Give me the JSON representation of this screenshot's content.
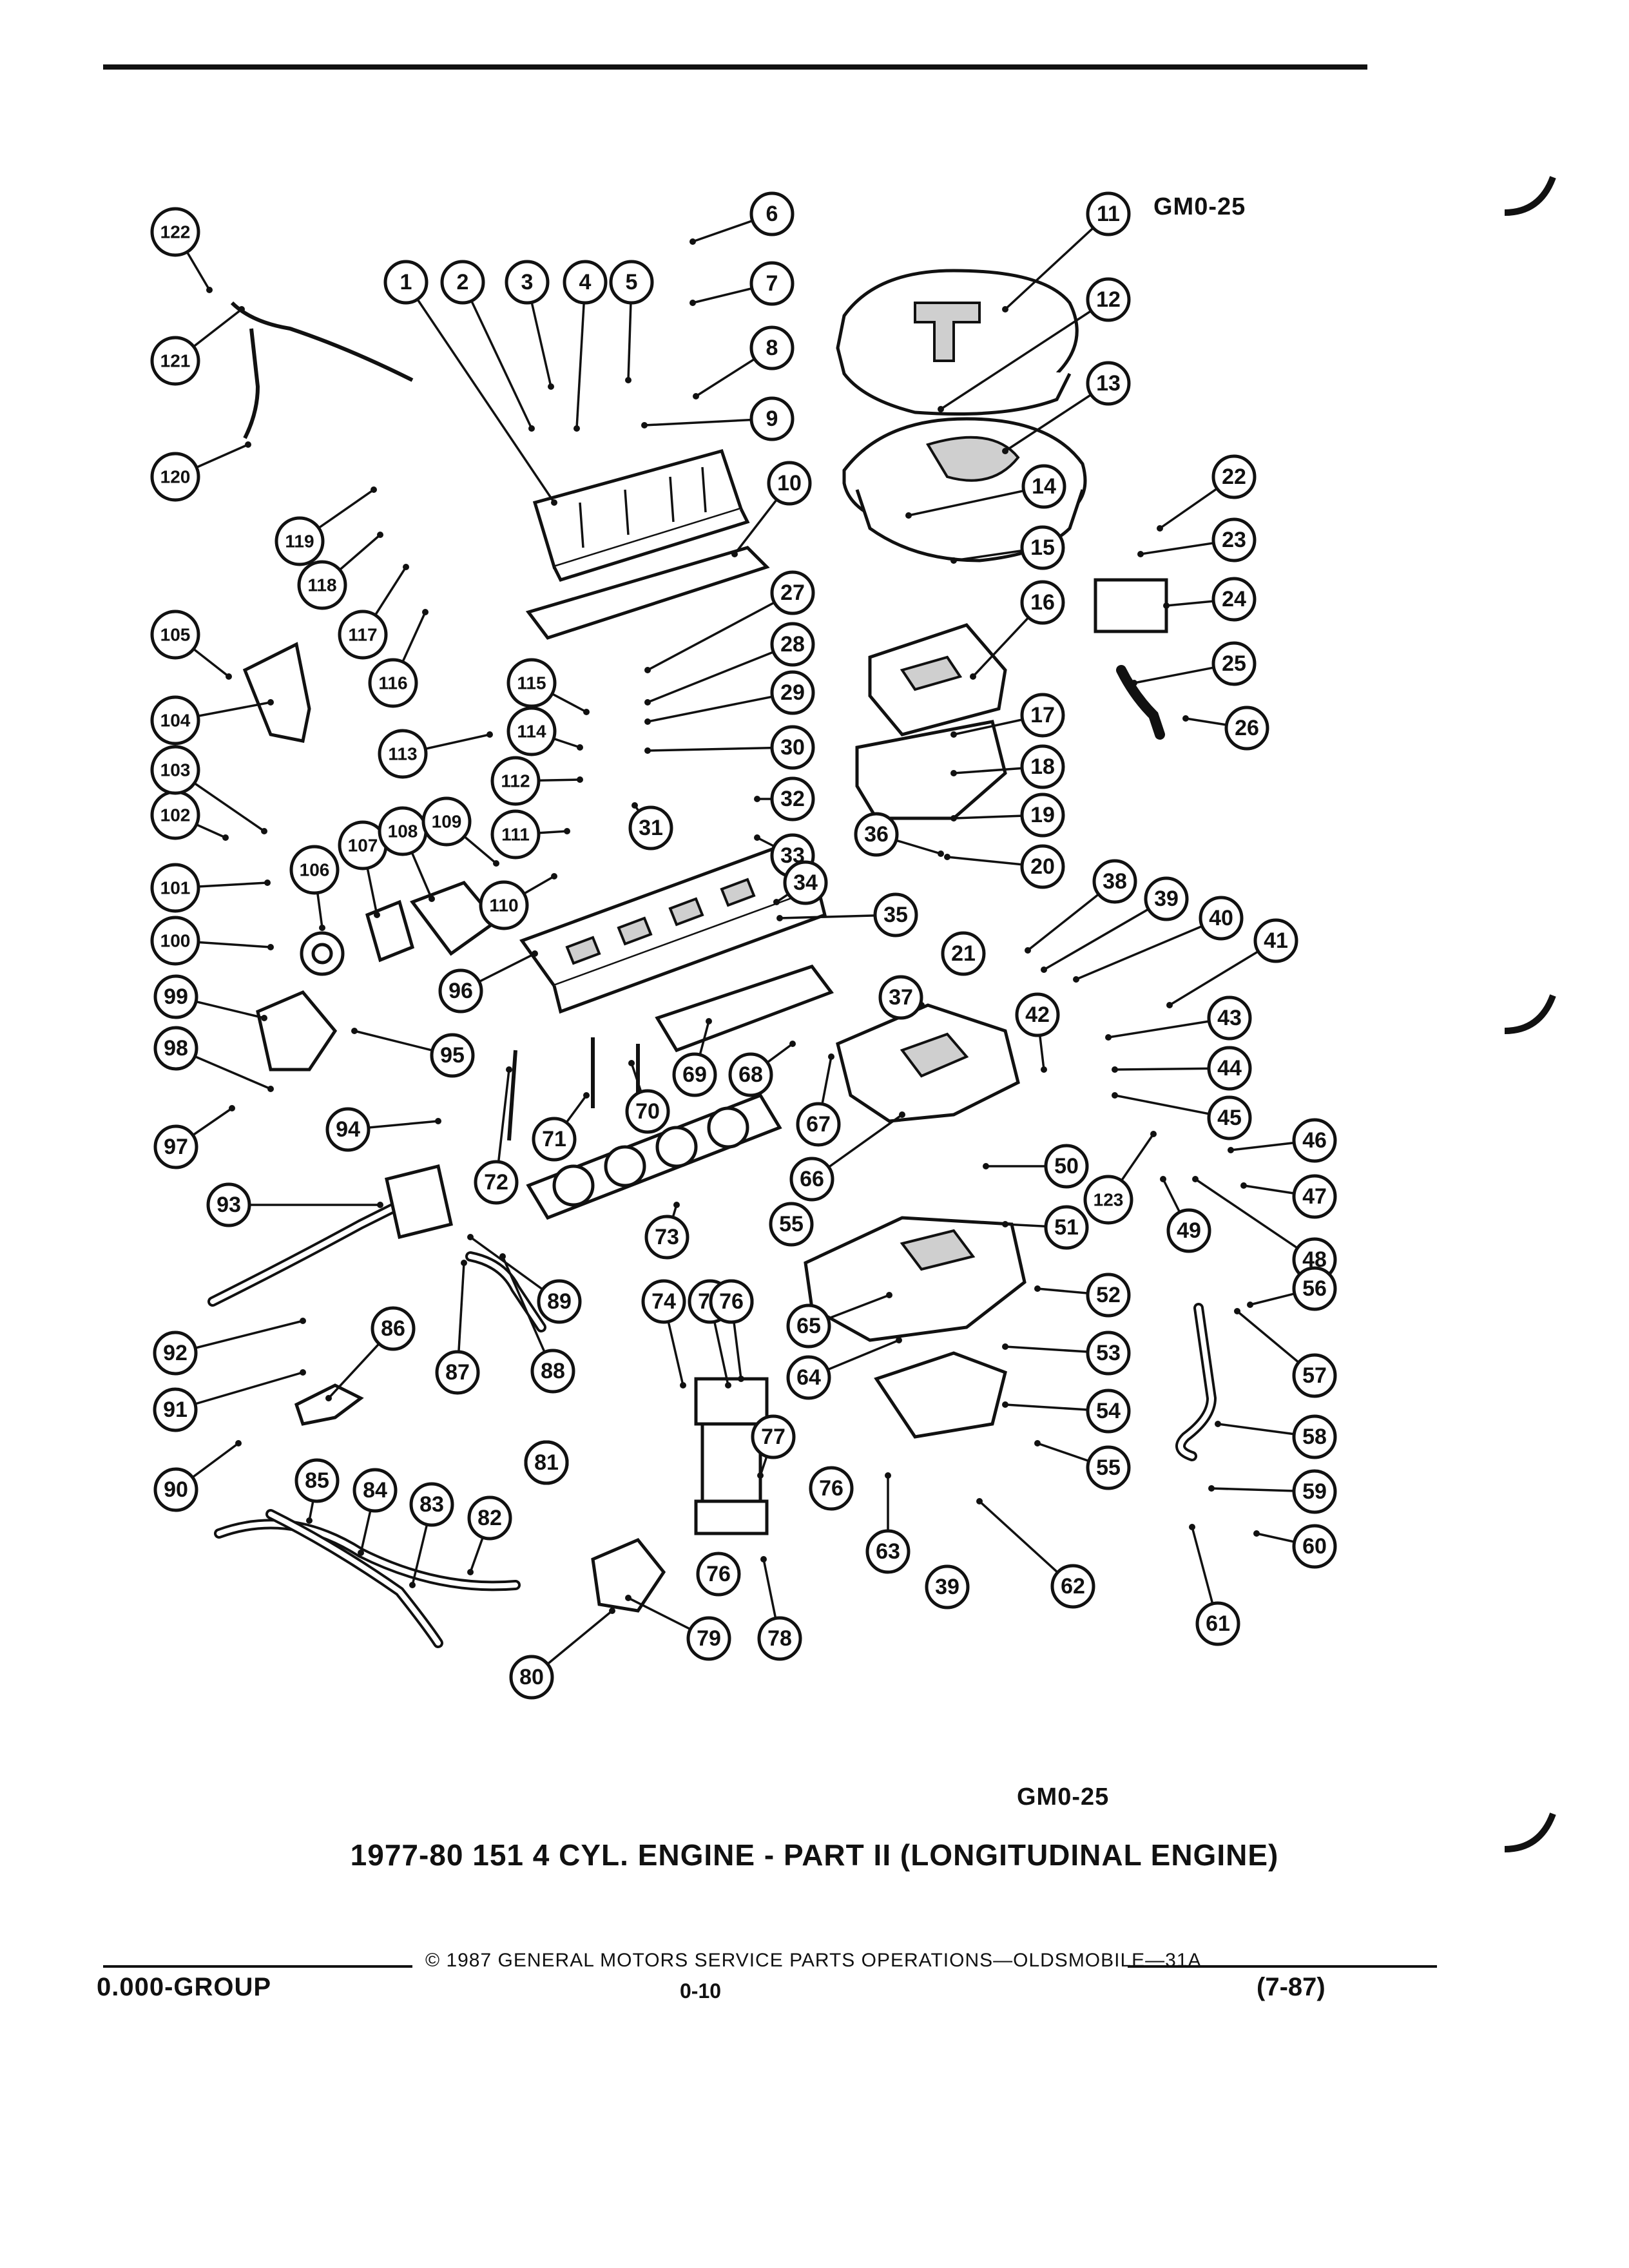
{
  "figure_id_top": "GM0-25",
  "figure_id_bottom": "GM0-25",
  "caption": "1977-80 151 4 CYL. ENGINE - PART II (LONGITUDINAL ENGINE)",
  "footer": {
    "copyright": "© 1987 GENERAL MOTORS SERVICE PARTS OPERATIONS—OLDSMOBILE—31A",
    "group": "0.000-GROUP",
    "page_number": "0-10",
    "date_code": "(7-87)"
  },
  "callouts": [
    "1",
    "2",
    "3",
    "4",
    "5",
    "6",
    "7",
    "8",
    "9",
    "10",
    "11",
    "12",
    "13",
    "14",
    "15",
    "16",
    "17",
    "18",
    "19",
    "20",
    "21",
    "22",
    "23",
    "24",
    "25",
    "26",
    "27",
    "28",
    "29",
    "30",
    "31",
    "32",
    "33",
    "34",
    "35",
    "36",
    "37",
    "38",
    "39",
    "40",
    "41",
    "42",
    "43",
    "44",
    "45",
    "46",
    "47",
    "48",
    "49",
    "50",
    "51",
    "52",
    "53",
    "54",
    "55",
    "56",
    "57",
    "58",
    "59",
    "60",
    "61",
    "62",
    "63",
    "64",
    "65",
    "66",
    "67",
    "68",
    "69",
    "70",
    "71",
    "72",
    "73",
    "74",
    "75",
    "76",
    "77",
    "78",
    "79",
    "80",
    "81",
    "82",
    "83",
    "84",
    "85",
    "86",
    "87",
    "88",
    "89",
    "90",
    "91",
    "92",
    "93",
    "94",
    "95",
    "96",
    "97",
    "98",
    "99",
    "100",
    "101",
    "102",
    "103",
    "104",
    "105",
    "106",
    "107",
    "108",
    "109",
    "110",
    "111",
    "112",
    "113",
    "114",
    "115",
    "116",
    "117",
    "118",
    "119",
    "120",
    "121",
    "122",
    "123"
  ],
  "duplicate_callouts": [
    "39",
    "55",
    "76",
    "76",
    "76",
    "81",
    "81"
  ],
  "colors": {
    "ink": "#111111",
    "paper": "#ffffff",
    "shade": "#cfcfcf"
  }
}
